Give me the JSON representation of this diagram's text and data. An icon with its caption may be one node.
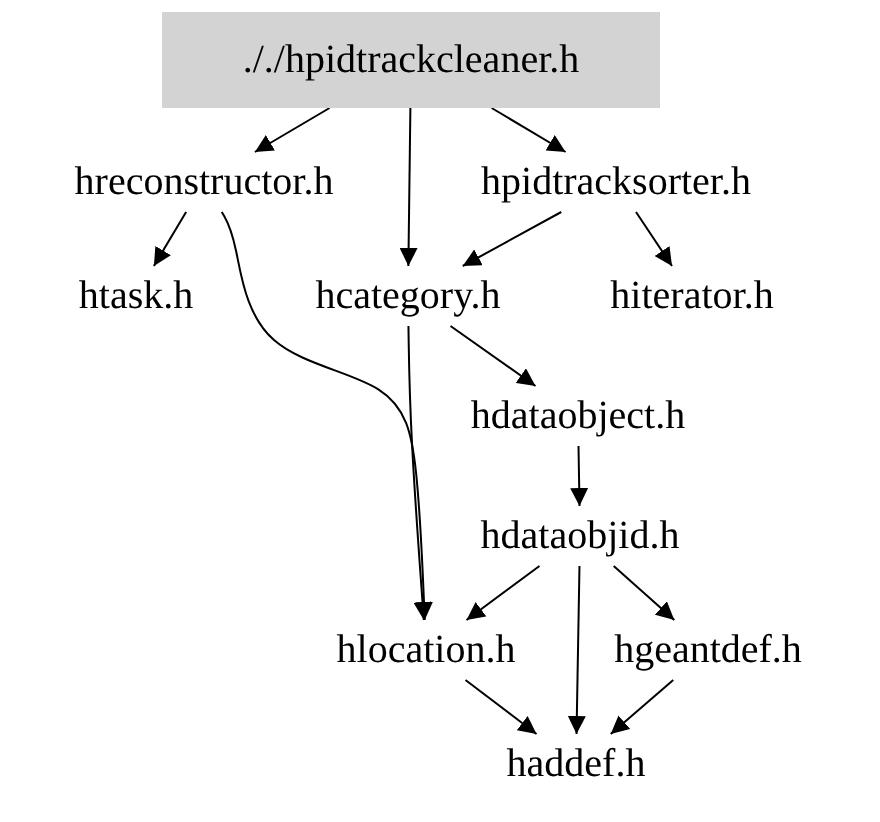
{
  "diagram": {
    "nodes": [
      {
        "text": [
          "././hpidtrackcleaner.h"
        ]
      },
      {
        "text": [
          "hreconstructor.h"
        ]
      },
      {
        "text": [
          "hpidtracksorter.h"
        ]
      },
      {
        "text": [
          "htask.h"
        ]
      },
      {
        "text": [
          "hcategory.h"
        ]
      },
      {
        "text": [
          "hiterator.h"
        ]
      },
      {
        "text": [
          "hdataobject.h"
        ]
      },
      {
        "text": [
          "hdataobjid.h"
        ]
      },
      {
        "text": [
          "hlocation.h"
        ]
      },
      {
        "text": [
          "hgeantdef.h"
        ]
      },
      {
        "text": [
          "haddef.h"
        ]
      }
    ],
    "edges": [
      {
        "from": 0,
        "to": 1,
        "arrow": "to"
      },
      {
        "from": 0,
        "to": 4,
        "arrow": "to"
      },
      {
        "from": 0,
        "to": 2,
        "arrow": "to"
      },
      {
        "from": 1,
        "to": 3,
        "arrow": "to"
      },
      {
        "from": 1,
        "to": 8,
        "arrow": "to"
      },
      {
        "from": 2,
        "to": 4,
        "arrow": "to"
      },
      {
        "from": 2,
        "to": 5,
        "arrow": "to"
      },
      {
        "from": 4,
        "to": 8,
        "arrow": "to"
      },
      {
        "from": 4,
        "to": 6,
        "arrow": "to"
      },
      {
        "from": 6,
        "to": 7,
        "arrow": "to"
      },
      {
        "from": 7,
        "to": 8,
        "arrow": "to"
      },
      {
        "from": 7,
        "to": 10,
        "arrow": "to"
      },
      {
        "from": 7,
        "to": 9,
        "arrow": "to"
      },
      {
        "from": 8,
        "to": 10,
        "arrow": "to"
      },
      {
        "from": 9,
        "to": 10,
        "arrow": "to"
      }
    ]
  }
}
